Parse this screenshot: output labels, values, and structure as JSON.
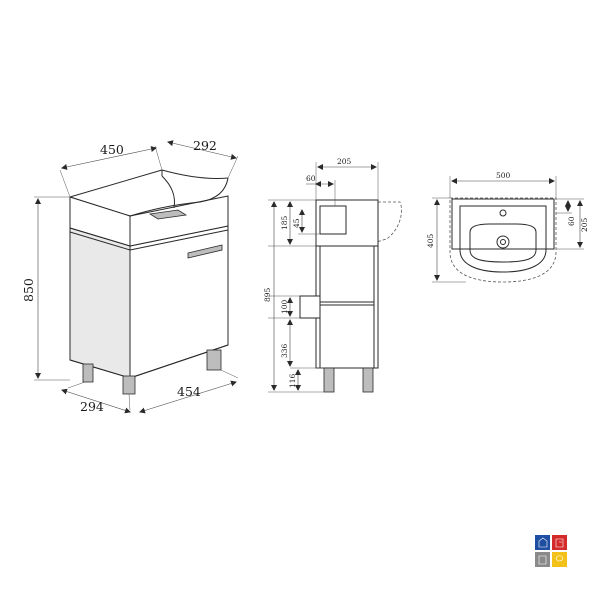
{
  "dimensions": {
    "perspective": {
      "width_top": "450",
      "depth_top": "292",
      "height": "850",
      "depth_bottom": "294",
      "width_bottom": "454"
    },
    "side": {
      "top_width": "205",
      "top_offset": "60",
      "basin_height": "185",
      "basin_inner": "45",
      "total_height": "895",
      "drain": "100",
      "shelf_height": "336",
      "leg_height": "116"
    },
    "plan": {
      "width": "500",
      "depth": "405",
      "tap_offset": "60",
      "inner_depth": "205"
    }
  },
  "brand_logo": {
    "colors": [
      "#1f4fa3",
      "#d32a2a",
      "#8a8a8a",
      "#f2c21b"
    ]
  }
}
